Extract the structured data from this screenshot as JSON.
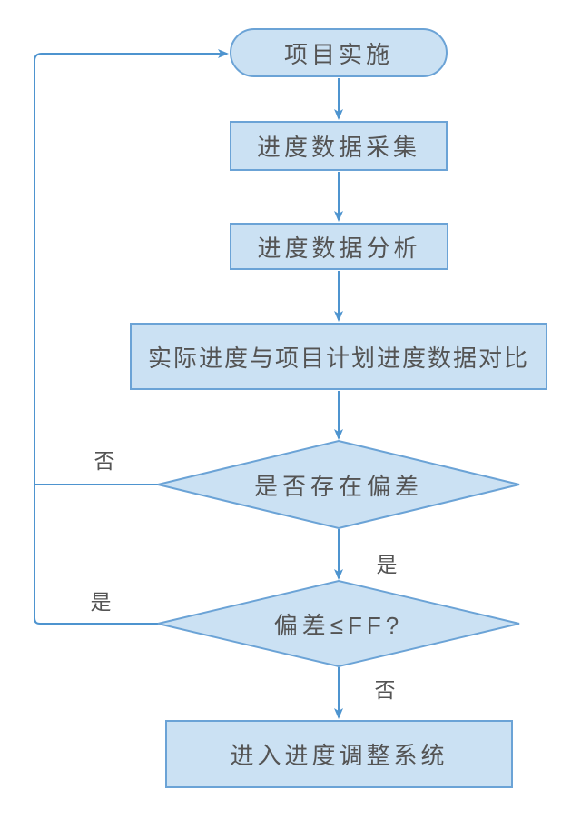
{
  "flowchart": {
    "colors": {
      "node_fill": "#cbe1f3",
      "node_border": "#6ba3d6",
      "line": "#4e94cf",
      "text": "#545454"
    },
    "nodes": {
      "start": "项目实施",
      "collect": "进度数据采集",
      "analyze": "进度数据分析",
      "compare": "实际进度与项目计划进度数据对比",
      "deviation": "是否存在偏差",
      "ff": "偏差≤FF?",
      "adjust": "进入进度调整系统"
    },
    "edge_labels": {
      "deviation_no": "否",
      "deviation_yes": "是",
      "ff_yes": "是",
      "ff_no": "否"
    }
  }
}
